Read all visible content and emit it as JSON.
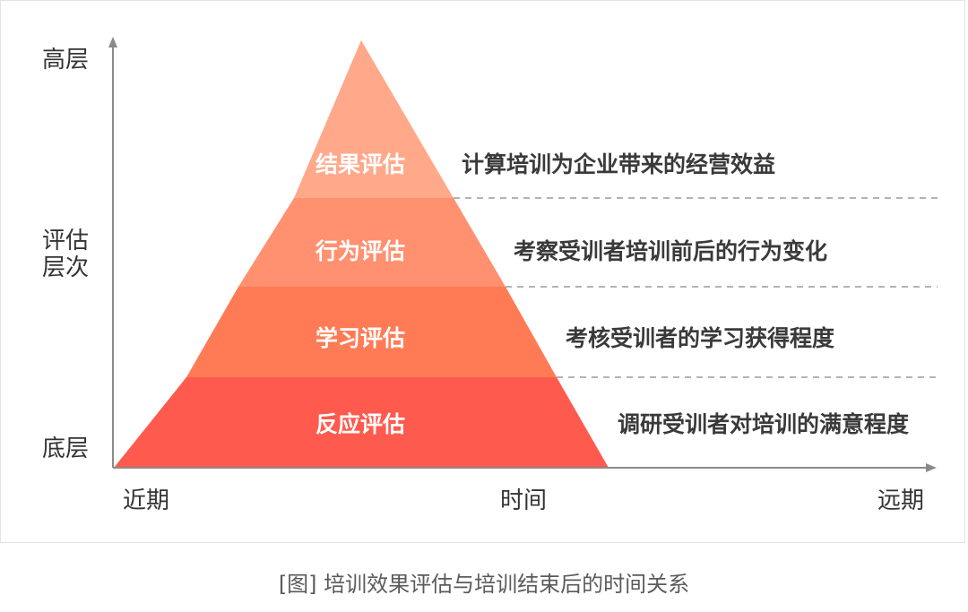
{
  "y_axis": {
    "top": "高层",
    "middle_line1": "评估",
    "middle_line2": "层次",
    "bottom": "底层"
  },
  "x_axis": {
    "left": "近期",
    "middle": "时间",
    "right": "远期"
  },
  "levels": [
    {
      "name": "结果评估",
      "description": "计算培训为企业带来的经营效益",
      "color": "#FFA98A"
    },
    {
      "name": "行为评估",
      "description": "考察受训者培训前后的行为变化",
      "color": "#FF9070"
    },
    {
      "name": "学习评估",
      "description": "考核受训者的学习获得程度",
      "color": "#FF7B55"
    },
    {
      "name": "反应评估",
      "description": "调研受训者对培训的满意程度",
      "color": "#FF5A4E"
    }
  ],
  "colors": {
    "apex": "#FFB193",
    "axis": "#8a8a8a",
    "dash": "#9a9a9a"
  },
  "caption": "[图] 培训效果评估与培训结束后的时间关系"
}
